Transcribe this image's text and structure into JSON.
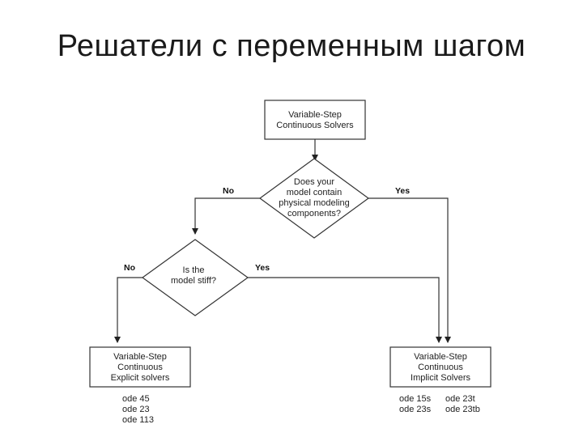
{
  "title": "Решатели с переменным шагом",
  "nodes": {
    "start": [
      "Variable-Step",
      "Continuous Solvers"
    ],
    "decision1": [
      "Does your",
      "model contain",
      "physical modeling",
      "components?"
    ],
    "decision2": [
      "Is the",
      "model stiff?"
    ],
    "explicit": [
      "Variable-Step",
      "Continuous",
      "Explicit solvers"
    ],
    "implicit": [
      "Variable-Step",
      "Continuous",
      "Implicit Solvers"
    ]
  },
  "labels": {
    "d1_no": "No",
    "d1_yes": "Yes",
    "d2_no": "No",
    "d2_yes": "Yes"
  },
  "explicit_solvers": [
    "ode 45",
    "ode 23",
    "ode 113"
  ],
  "implicit_solvers_col1": [
    "ode 15s",
    "ode 23s"
  ],
  "implicit_solvers_col2": [
    "ode 23t",
    "ode 23tb"
  ]
}
